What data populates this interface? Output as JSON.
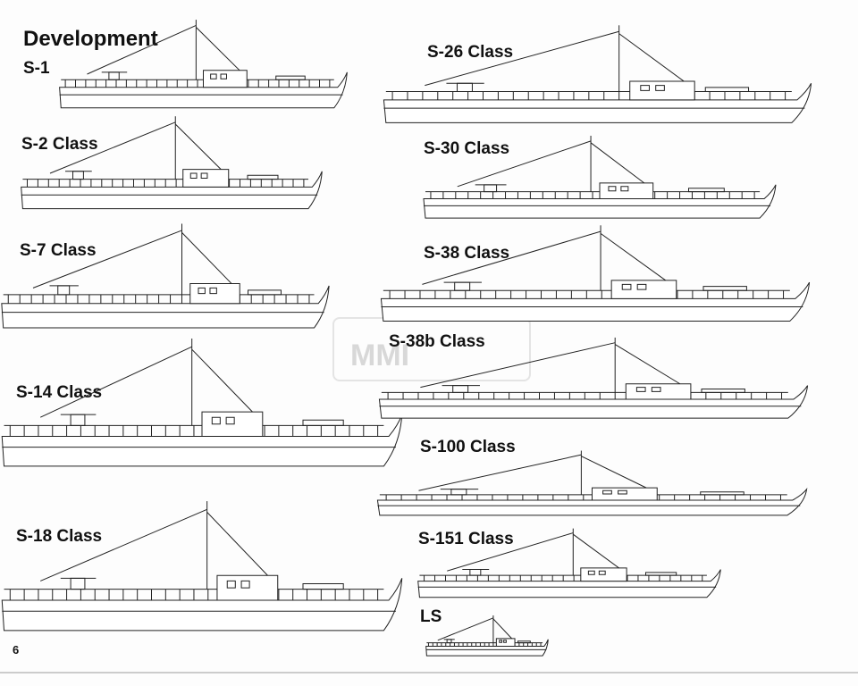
{
  "page": {
    "heading": "Development",
    "page_number": "6",
    "watermark": "MMI"
  },
  "ships": [
    {
      "id": "s1",
      "label": "S-1"
    },
    {
      "id": "s2",
      "label": "S-2 Class"
    },
    {
      "id": "s7",
      "label": "S-7 Class"
    },
    {
      "id": "s14",
      "label": "S-14 Class"
    },
    {
      "id": "s18",
      "label": "S-18 Class"
    },
    {
      "id": "s26",
      "label": "S-26 Class"
    },
    {
      "id": "s30",
      "label": "S-30 Class"
    },
    {
      "id": "s38",
      "label": "S-38 Class"
    },
    {
      "id": "s38b",
      "label": "S-38b Class"
    },
    {
      "id": "s100",
      "label": "S-100 Class"
    },
    {
      "id": "s151",
      "label": "S-151 Class"
    },
    {
      "id": "ls",
      "label": "LS"
    }
  ]
}
